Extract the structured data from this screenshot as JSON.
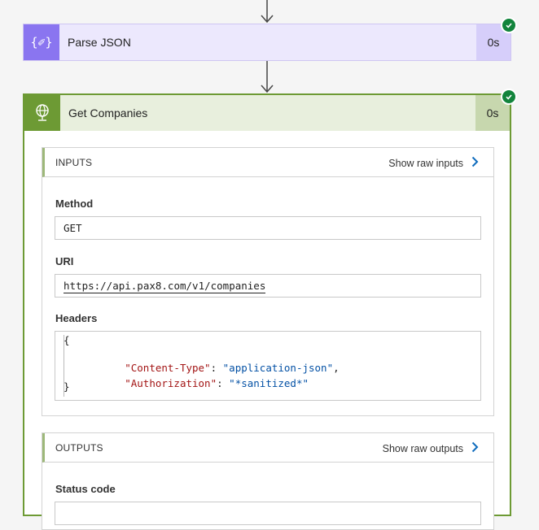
{
  "parse_json": {
    "title": "Parse JSON",
    "duration": "0s",
    "icon_text": "{✐}"
  },
  "get_companies": {
    "title": "Get Companies",
    "duration": "0s",
    "inputs": {
      "section_title": "INPUTS",
      "raw_link": "Show raw inputs",
      "method_label": "Method",
      "method_value": "GET",
      "uri_label": "URI",
      "uri_value": "https://api.pax8.com/v1/companies",
      "headers_label": "Headers",
      "headers": {
        "open": "{",
        "close": "}",
        "lines": [
          {
            "key": "\"Content-Type\"",
            "sep": ": ",
            "value": "\"application-json\"",
            "trail": ","
          },
          {
            "key": "\"Authorization\"",
            "sep": ": ",
            "value": "\"*sanitized*\"",
            "trail": ""
          }
        ]
      }
    },
    "outputs": {
      "section_title": "OUTPUTS",
      "raw_link": "Show raw outputs",
      "status_label": "Status code"
    }
  },
  "colors": {
    "parse_accent": "#8a75f0",
    "http_accent": "#6d9a34",
    "success": "#12843c",
    "link_chevron": "#0f6cbd"
  }
}
